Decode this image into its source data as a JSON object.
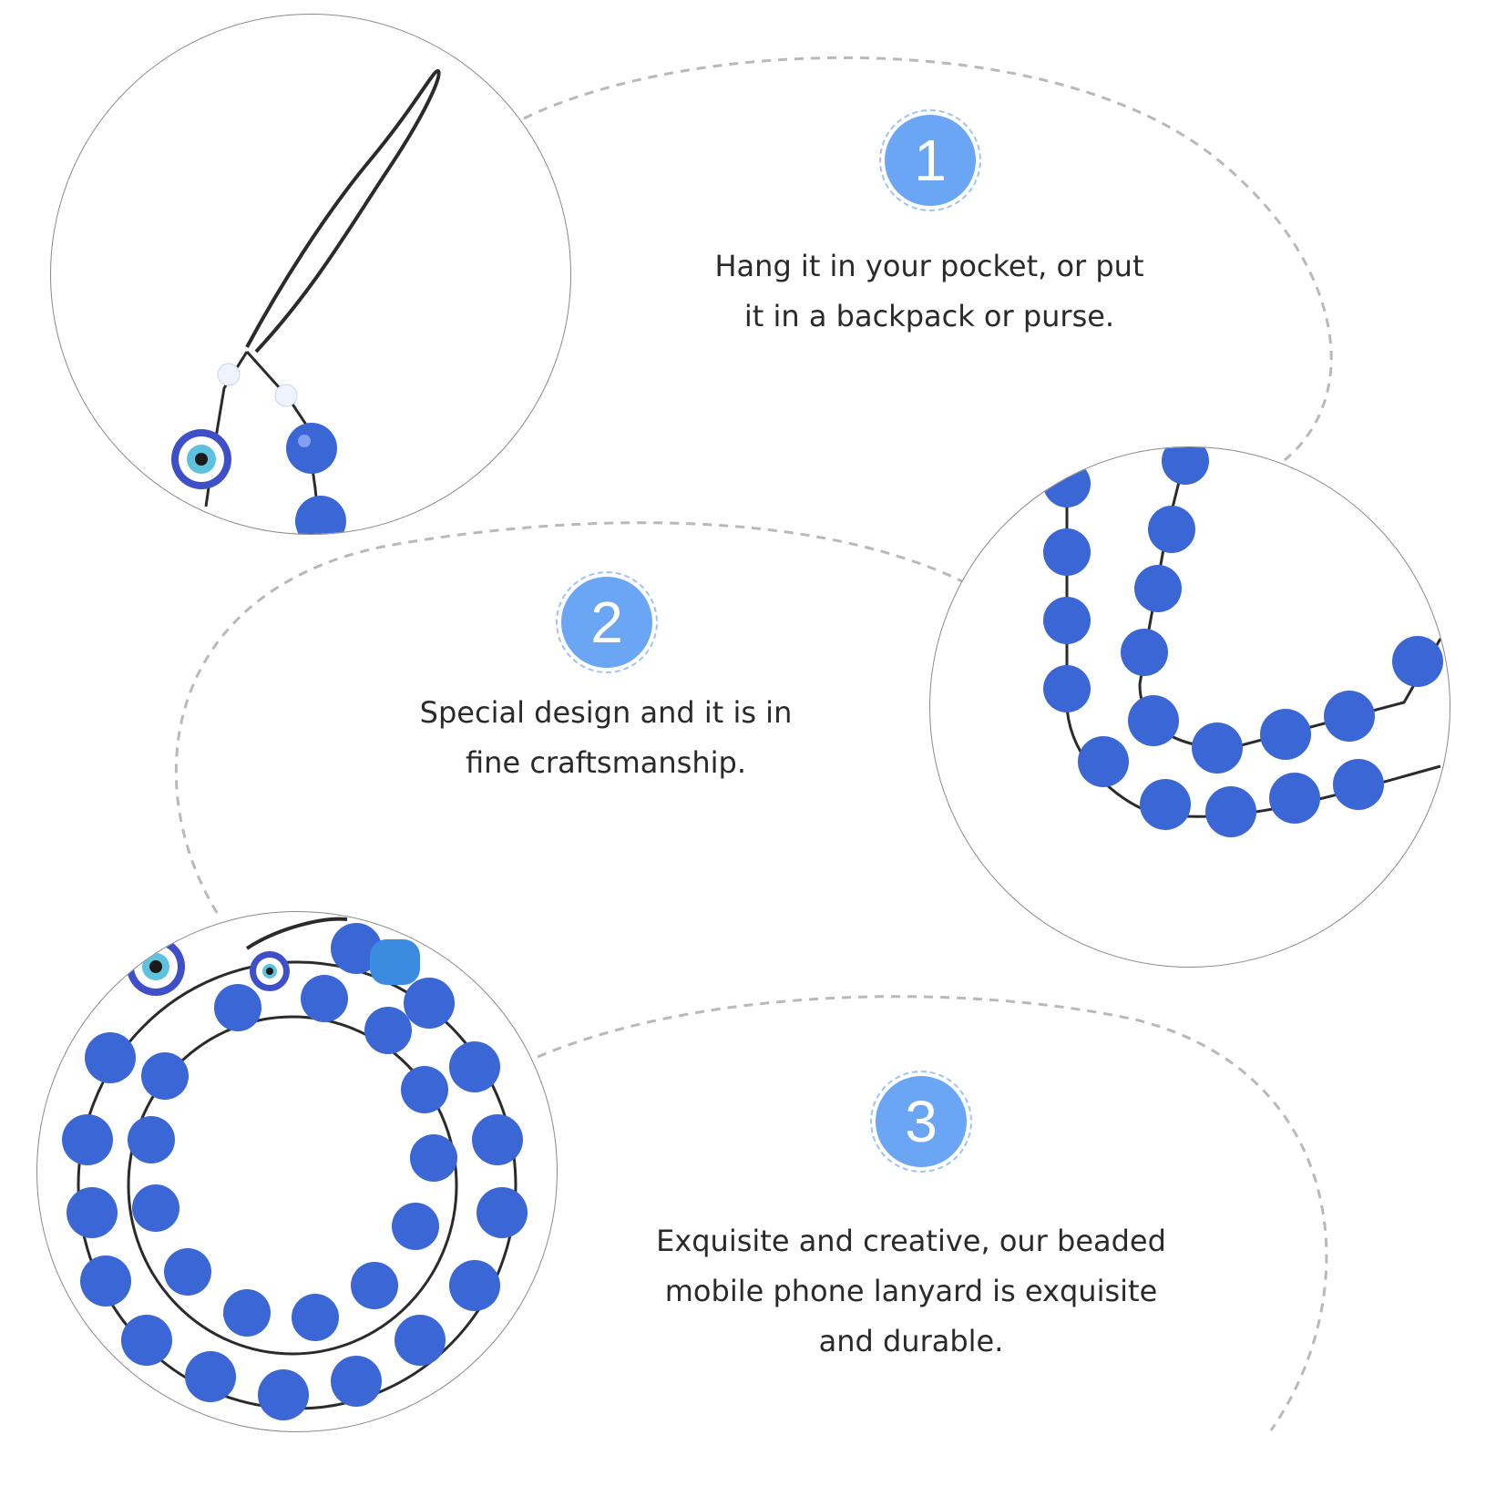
{
  "steps": [
    {
      "number": "1",
      "text": "Hang it in your pocket, or put it in a backpack or purse."
    },
    {
      "number": "2",
      "text": "Special design and it is in fine craftsmanship."
    },
    {
      "number": "3",
      "text": "Exquisite and creative, our beaded mobile phone lanyard is exquisite and durable."
    }
  ],
  "colors": {
    "badge": "#6aa6f3",
    "badge_ring": "#9ec4f5",
    "bead": "#3a66d6",
    "cord": "#2b2b2b",
    "dash": "#b9b9b9",
    "circle_border": "#8a8a8a"
  }
}
